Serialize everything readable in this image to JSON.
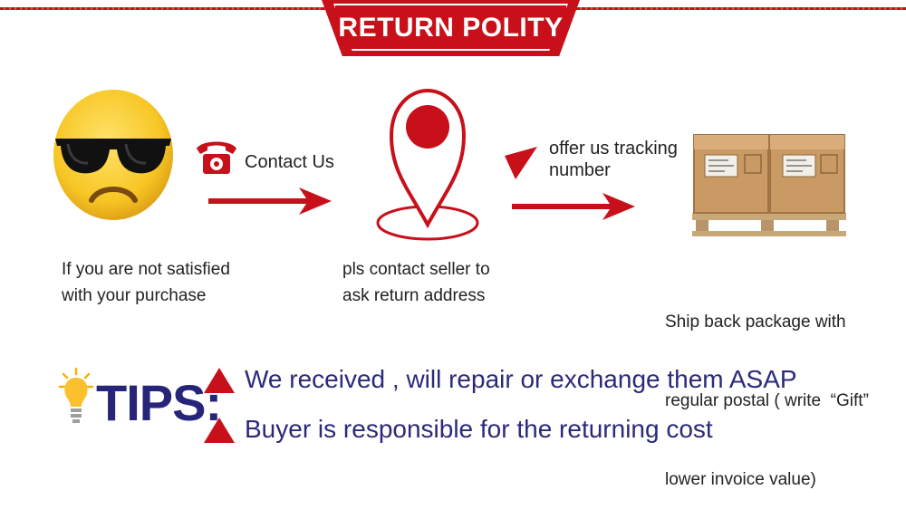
{
  "header": {
    "title": "RETURN POLITY"
  },
  "steps": {
    "contact_label": "Contact Us",
    "tracking_label_line1": "offer us tracking",
    "tracking_label_line2": "number",
    "step1_line1": "If you are not satisfied",
    "step1_line2": "with your purchase",
    "step2_line1": "pls contact seller to",
    "step2_line2": "ask return address",
    "step3_line1": "Ship back package with",
    "step3_line2": "regular postal ( write  “Gift”",
    "step3_line3": "lower invoice value)"
  },
  "tips": {
    "title": "TIPS:",
    "items": [
      "We received , will repair or exchange them ASAP",
      "Buyer is responsible for the returning cost"
    ]
  },
  "colors": {
    "accent_red": "#c8101a",
    "tips_navy": "#27257a",
    "emoji_yellow": "#f7c625",
    "box_brown": "#c99a63"
  },
  "icons": [
    "sad-sunglasses-emoji-icon",
    "phone-icon",
    "location-pin-icon",
    "package-boxes-icon",
    "lightbulb-icon",
    "warning-triangle-icon"
  ]
}
